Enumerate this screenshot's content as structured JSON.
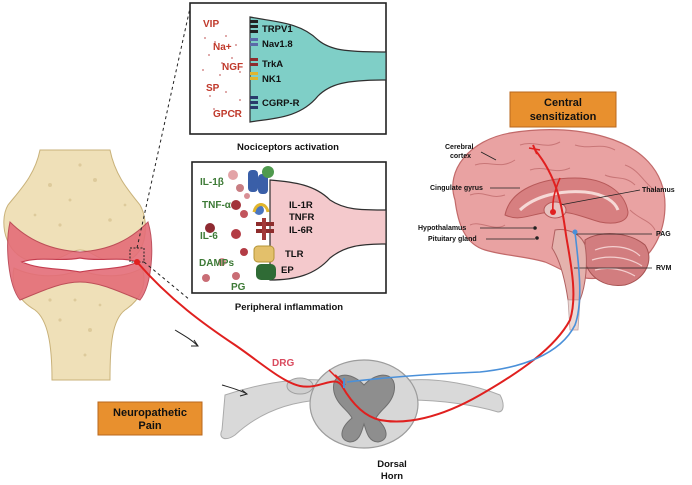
{
  "boxes": {
    "central_line1": "Central",
    "central_line2": "sensitization",
    "neuro_line1": "Neuropathetic",
    "neuro_line2": "Pain"
  },
  "nociceptor_panel": {
    "caption": "Nociceptors activation",
    "ligands": [
      "VIP",
      "Na+",
      "NGF",
      "SP",
      "GPCR"
    ],
    "receptors": [
      "TRPV1",
      "Nav1.8",
      "TrkA",
      "NK1",
      "CGRP-R"
    ]
  },
  "inflammation_panel": {
    "caption": "Peripheral inflammation",
    "mediators": [
      "IL-1β",
      "TNF-α",
      "IL-6",
      "DAMPs",
      "PG"
    ],
    "receptors": [
      "IL-1R",
      "TNFR",
      "IL-6R",
      "TLR",
      "EP"
    ]
  },
  "brain_labels": {
    "cerebral_cortex_1": "Cerebral",
    "cerebral_cortex_2": "cortex",
    "cingulate": "Cingulate gyrus",
    "thalamus": "Thalamus",
    "hypothalamus": "Hypothalamus",
    "pituitary": "Pituitary gland",
    "pag": "PAG",
    "rvm": "RVM"
  },
  "spinal": {
    "drg": "DRG",
    "dorsal_1": "Dorsal",
    "dorsal_2": "Horn"
  },
  "colors": {
    "pathway_red": "#e0201f",
    "pathway_blue": "#4a90d9",
    "box_orange": "#e8902e",
    "neuron_teal": "#7fcfc7",
    "neuron_pink": "#f4c9cc",
    "brain_pink": "#e9a2a2",
    "bone": "#efe0b8"
  }
}
